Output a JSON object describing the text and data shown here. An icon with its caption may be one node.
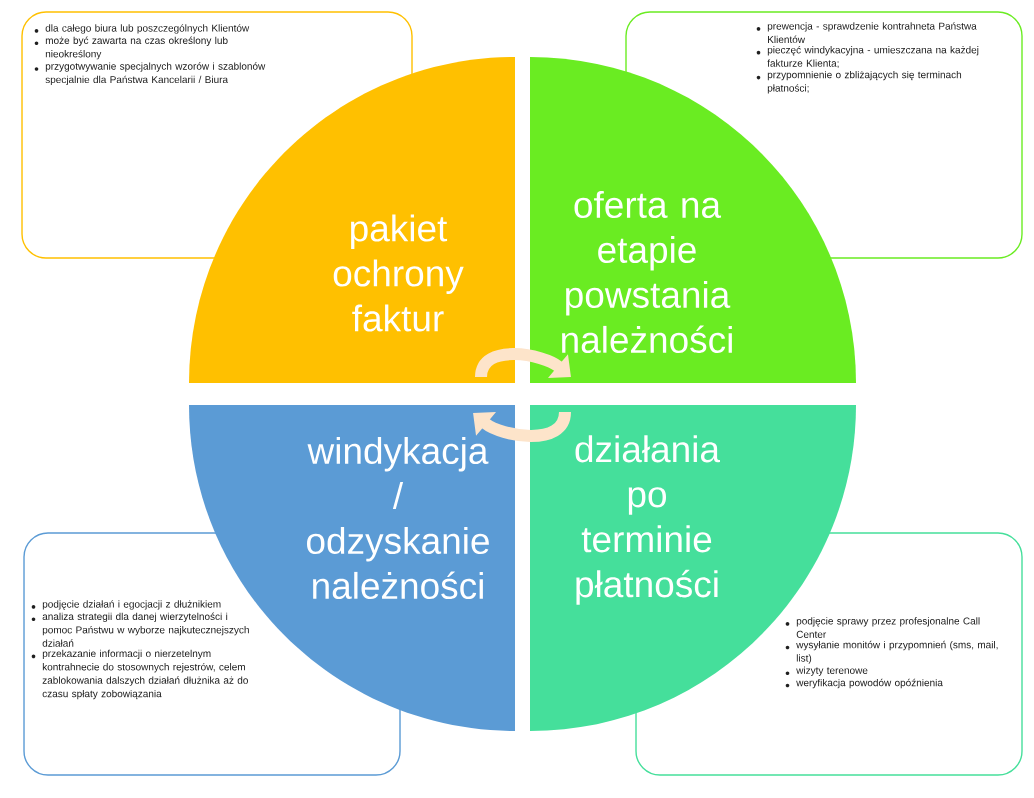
{
  "diagram": {
    "nodes": [
      {
        "text": [
          "dla całego biura lub poszczególnych Klientów",
          "może być zawarta na czas określony lub nieokreślony",
          "przygotwywanie specjalnych wzorów i szablonów specjalnie dla Państwa Kancelarii / Biura"
        ]
      },
      {
        "text": [
          "prewencja - sprawdzenie kontrahneta Państwa Klientów",
          "pieczęć windykacyjna - umieszczana na każdej fakturze Klienta;",
          "przypomnienie o zbliżających się terminach płatności;"
        ]
      },
      {
        "text": [
          "pakiet ochrony faktur"
        ]
      },
      {
        "text": [
          "oferta na etapie powstania należności"
        ]
      },
      {
        "text": [
          "windykacja / odzyskanie należności"
        ]
      },
      {
        "text": [
          "działania po terminie płatności"
        ]
      },
      {
        "text": [
          "podjęcie działań i egocjacji z dłużnikiem",
          "analiza strategii dla danej wierzytelności i pomoc Państwu w wyborze najkutecznejszych działań",
          "przekazanie informacji o nierzetelnym kontrahnecie do stosownych rejestrów, celem zablokowania dalszych działań dłużnika aż do czasu spłaty zobowiązania"
        ]
      },
      {
        "text": [
          "podjęcie sprawy przez profesjonalne Call Center",
          "wysyłanie monitów i przypomnień (sms, mail, list)",
          "wizyty terenowe",
          "weryfikacja powodów opóźnienia"
        ]
      }
    ],
    "edges": [
      {
        "from": 2,
        "to": 3,
        "arrow": "to"
      },
      {
        "from": 5,
        "to": 4,
        "arrow": "to"
      }
    ]
  }
}
